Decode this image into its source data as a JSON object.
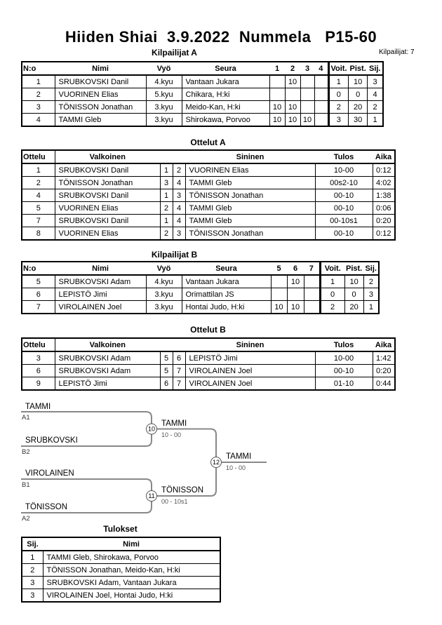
{
  "page": {
    "title": "Hiiden Shiai  3.9.2022  Nummela   P15-60",
    "competitors_note": "Kilpailijat: 7"
  },
  "colors": {
    "table_border": "#000000",
    "bracket_line": "#888888",
    "text": "#000000"
  },
  "sections": {
    "kilpailijat_a": {
      "title": "Kilpailijat A",
      "headers": [
        "N:o",
        "Nimi",
        "Vyö",
        "Seura",
        "1",
        "2",
        "3",
        "4",
        "Voit.",
        "Pist.",
        "Sij."
      ],
      "rows": [
        [
          "1",
          "SRUBKOVSKI Danil",
          "4.kyu",
          "Vantaan Jukara",
          "",
          "10",
          "",
          "",
          "1",
          "10",
          "3"
        ],
        [
          "2",
          "VUORINEN Elias",
          "5.kyu",
          "Chikara, H:ki",
          "",
          "",
          "",
          "",
          "0",
          "0",
          "4"
        ],
        [
          "3",
          "TÖNISSON Jonathan",
          "3.kyu",
          "Meido-Kan, H:ki",
          "10",
          "10",
          "",
          "",
          "2",
          "20",
          "2"
        ],
        [
          "4",
          "TAMMI Gleb",
          "3.kyu",
          "Shirokawa, Porvoo",
          "10",
          "10",
          "10",
          "",
          "3",
          "30",
          "1"
        ]
      ]
    },
    "ottelut_a": {
      "title": "Ottelut A",
      "headers": [
        "Ottelu",
        "Valkoinen",
        "",
        "",
        "Sininen",
        "Tulos",
        "Aika"
      ],
      "rows": [
        [
          "1",
          "SRUBKOVSKI Danil",
          "1",
          "2",
          "VUORINEN Elias",
          "10-00",
          "0:12"
        ],
        [
          "2",
          "TÖNISSON Jonathan",
          "3",
          "4",
          "TAMMI Gleb",
          "00s2-10",
          "4:02"
        ],
        [
          "4",
          "SRUBKOVSKI Danil",
          "1",
          "3",
          "TÖNISSON Jonathan",
          "00-10",
          "1:38"
        ],
        [
          "5",
          "VUORINEN Elias",
          "2",
          "4",
          "TAMMI Gleb",
          "00-10",
          "0:06"
        ],
        [
          "7",
          "SRUBKOVSKI Danil",
          "1",
          "4",
          "TAMMI Gleb",
          "00-10s1",
          "0:20"
        ],
        [
          "8",
          "VUORINEN Elias",
          "2",
          "3",
          "TÖNISSON Jonathan",
          "00-10",
          "0:12"
        ]
      ]
    },
    "kilpailijat_b": {
      "title": "Kilpailijat B",
      "headers": [
        "N:o",
        "Nimi",
        "Vyö",
        "Seura",
        "5",
        "6",
        "7",
        "Voit.",
        "Pist.",
        "Sij."
      ],
      "rows": [
        [
          "5",
          "SRUBKOVSKI Adam",
          "4.kyu",
          "Vantaan Jukara",
          "",
          "10",
          "",
          "1",
          "10",
          "2"
        ],
        [
          "6",
          "LEPISTÖ Jimi",
          "3.kyu",
          "Orimattilan JS",
          "",
          "",
          "",
          "0",
          "0",
          "3"
        ],
        [
          "7",
          "VIROLAINEN Joel",
          "3.kyu",
          "Hontai Judo, H:ki",
          "10",
          "10",
          "",
          "2",
          "20",
          "1"
        ]
      ]
    },
    "ottelut_b": {
      "title": "Ottelut B",
      "headers": [
        "Ottelu",
        "Valkoinen",
        "",
        "",
        "Sininen",
        "Tulos",
        "Aika"
      ],
      "rows": [
        [
          "3",
          "SRUBKOVSKI Adam",
          "5",
          "6",
          "LEPISTÖ Jimi",
          "10-00",
          "1:42"
        ],
        [
          "6",
          "SRUBKOVSKI Adam",
          "5",
          "7",
          "VIROLAINEN Joel",
          "00-10",
          "0:20"
        ],
        [
          "9",
          "LEPISTÖ Jimi",
          "6",
          "7",
          "VIROLAINEN Joel",
          "01-10",
          "0:44"
        ]
      ]
    },
    "tulokset": {
      "title": "Tulokset",
      "headers": [
        "Sij.",
        "Nimi"
      ],
      "rows": [
        [
          "1",
          "TAMMI Gleb, Shirokawa, Porvoo"
        ],
        [
          "2",
          "TÖNISSON Jonathan, Meido-Kan, H:ki"
        ],
        [
          "3",
          "SRUBKOVSKI Adam, Vantaan Jukara"
        ],
        [
          "3",
          "VIROLAINEN Joel, Hontai Judo, H:ki"
        ]
      ]
    }
  },
  "bracket": {
    "slots": [
      {
        "name": "TAMMI",
        "seed": "A1"
      },
      {
        "name": "SRUBKOVSKI",
        "seed": "B2"
      },
      {
        "name": "VIROLAINEN",
        "seed": "B1"
      },
      {
        "name": "TÖNISSON",
        "seed": "A2"
      }
    ],
    "matches": [
      {
        "number": "10",
        "winner": "TAMMI",
        "score": "10 - 00"
      },
      {
        "number": "11",
        "winner": "TÖNISSON",
        "score": "00 - 10s1"
      },
      {
        "number": "12",
        "winner": "TAMMI",
        "score": "10 - 00"
      }
    ]
  }
}
